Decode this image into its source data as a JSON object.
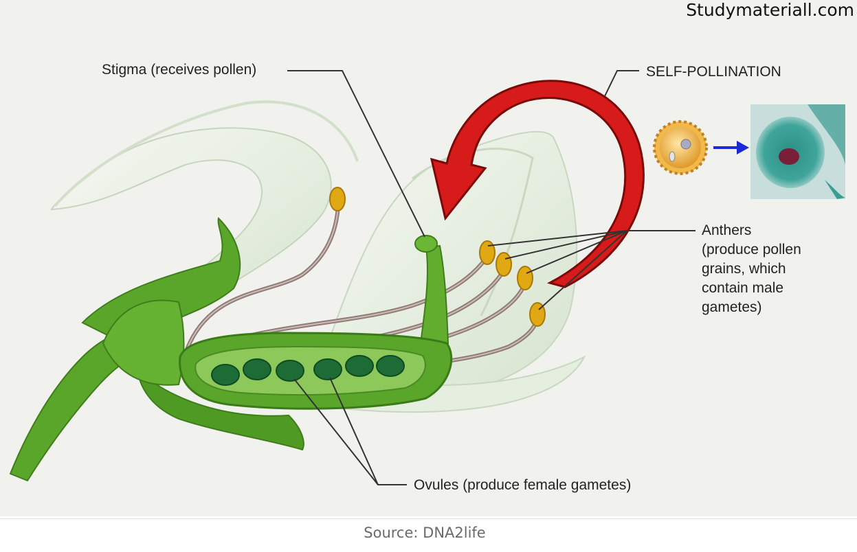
{
  "watermark": "Studymateriall.com",
  "labels": {
    "stigma": "Stigma (receives pollen)",
    "self_pollination": "SELF-POLLINATION",
    "anthers": [
      "Anthers",
      "(produce pollen",
      "grains, which",
      "contain male",
      "gametes)"
    ],
    "ovules": "Ovules (produce female gametes)"
  },
  "caption": "Source: DNA2life",
  "colors": {
    "background": "#f1f1ee",
    "arrow": "#d71a1a",
    "plant_green": "#4f9a22",
    "ovule": "#1d6b35",
    "anther": "#e0a812",
    "filament": "#9c8a84",
    "petal": "#e3ecdd"
  }
}
